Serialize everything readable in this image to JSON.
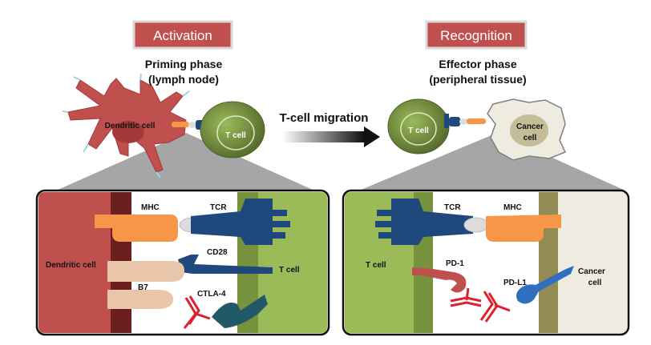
{
  "activation": {
    "tag": "Activation",
    "phase_line1": "Priming phase",
    "phase_line2": "(lymph node)",
    "dendritic_cell": "Dendritic cell",
    "t_cell": "T cell"
  },
  "migration": {
    "label": "T-cell migration"
  },
  "recognition": {
    "tag": "Recognition",
    "phase_line1": "Effector phase",
    "phase_line2": "(peripheral tissue)",
    "t_cell": "T cell",
    "cancer_line1": "Cancer",
    "cancer_line2": "cell"
  },
  "left_panel": {
    "mhc": "MHC",
    "tcr": "TCR",
    "cd28": "CD28",
    "b7": "B7",
    "ctla4": "CTLA-4",
    "dendritic_cell": "Dendritic cell",
    "t_cell": "T cell"
  },
  "right_panel": {
    "tcr": "TCR",
    "mhc": "MHC",
    "t_cell": "T cell",
    "pd1": "PD-1",
    "pdl1": "PD-L1",
    "cancer_line1": "Cancer",
    "cancer_line2": "cell"
  },
  "colors": {
    "tag_fill": "#c0504d",
    "dendritic": "#c0504d",
    "dendritic_dark": "#6b1f1f",
    "t_cell": "#76923c",
    "t_cell_light": "#9bbb59",
    "tcr": "#1f497d",
    "mhc": "#f79646",
    "cancer": "#eeece1",
    "cancer_dark": "#948a54",
    "ctla4": "#215968",
    "antibody": "#e0202b",
    "funnel": "#a6a6a6"
  }
}
